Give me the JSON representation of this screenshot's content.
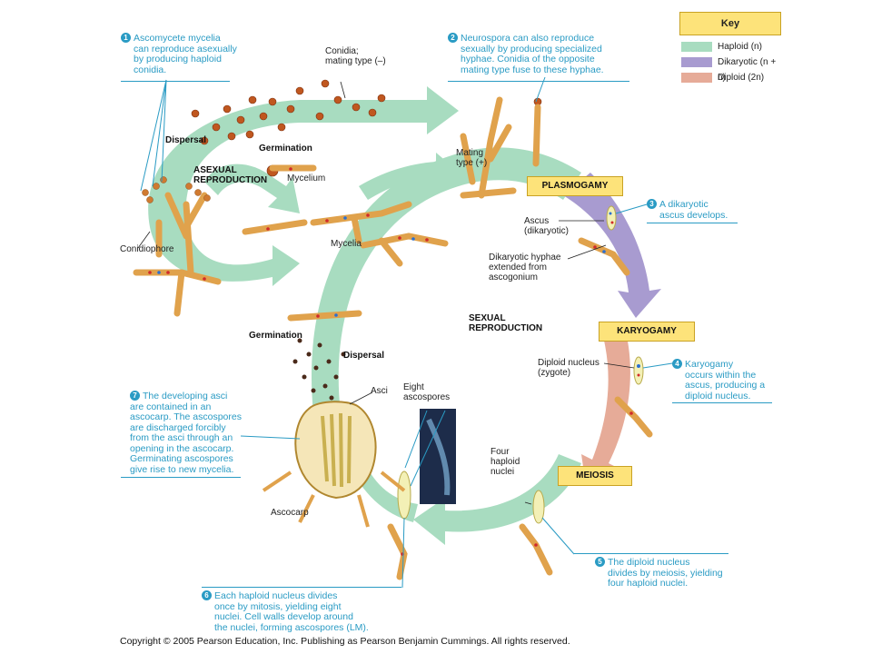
{
  "key": {
    "title": "Key",
    "items": [
      {
        "label": "Haploid (n)",
        "color": "#a8dcc0"
      },
      {
        "label": "Dikaryotic (n + n)",
        "color": "#a89bd0"
      },
      {
        "label": "Diploid (2n)",
        "color": "#e6ab98"
      }
    ]
  },
  "steps": [
    {
      "num": "1",
      "lines": [
        "Ascomycete mycelia",
        "can reproduce asexually",
        "by producing haploid",
        "conidia."
      ]
    },
    {
      "num": "2",
      "lines": [
        "Neurospora can also reproduce",
        "sexually by producing specialized",
        "hyphae. Conidia of the opposite",
        "mating type fuse to these hyphae."
      ]
    },
    {
      "num": "3",
      "lines": [
        "A dikaryotic",
        "ascus develops."
      ]
    },
    {
      "num": "4",
      "lines": [
        "Karyogamy",
        "occurs within the",
        "ascus, producing a",
        "diploid nucleus."
      ]
    },
    {
      "num": "5",
      "lines": [
        "The diploid nucleus",
        "divides by meiosis, yielding",
        "four haploid nuclei."
      ]
    },
    {
      "num": "6",
      "lines": [
        "Each haploid nucleus divides",
        "once by mitosis, yielding eight",
        "nuclei. Cell walls develop around",
        "the nuclei, forming ascospores (LM)."
      ]
    },
    {
      "num": "7",
      "lines": [
        "The developing asci",
        "are contained in an",
        "ascocarp. The ascospores",
        "are discharged forcibly",
        "from the asci through an",
        "opening in the ascocarp.",
        "Germinating ascospores",
        "give rise to new mycelia."
      ]
    }
  ],
  "phases": {
    "plasmogamy": "PLASMOGAMY",
    "karyogamy": "KARYOGAMY",
    "meiosis": "MEIOSIS"
  },
  "labels": {
    "conidia": [
      "Conidia;",
      "mating type (–)"
    ],
    "dispersal_top": "Dispersal",
    "germination_top": "Germination",
    "asexual": [
      "ASEXUAL",
      "REPRODUCTION"
    ],
    "mycelium": "Mycelium",
    "mycelia": "Mycelia",
    "conidiophore": "Conidiophore",
    "mating_type": [
      "Mating",
      "type (+)"
    ],
    "ascus_dikaryotic": [
      "Ascus",
      "(dikaryotic)"
    ],
    "dikaryotic_hyphae": [
      "Dikaryotic hyphae",
      "extended from",
      "ascogonium"
    ],
    "sexual": [
      "SEXUAL",
      "REPRODUCTION"
    ],
    "germination_bottom": "Germination",
    "dispersal_bottom": "Dispersal",
    "asci": "Asci",
    "eight_ascospores": [
      "Eight",
      "ascospores"
    ],
    "diploid_nucleus": [
      "Diploid nucleus",
      "(zygote)"
    ],
    "four_haploid": [
      "Four",
      "haploid",
      "nuclei"
    ],
    "ascocarp": "Ascocarp"
  },
  "footer": "Copyright © 2005 Pearson Education, Inc. Publishing as Pearson Benjamin Cummings. All rights reserved."
}
